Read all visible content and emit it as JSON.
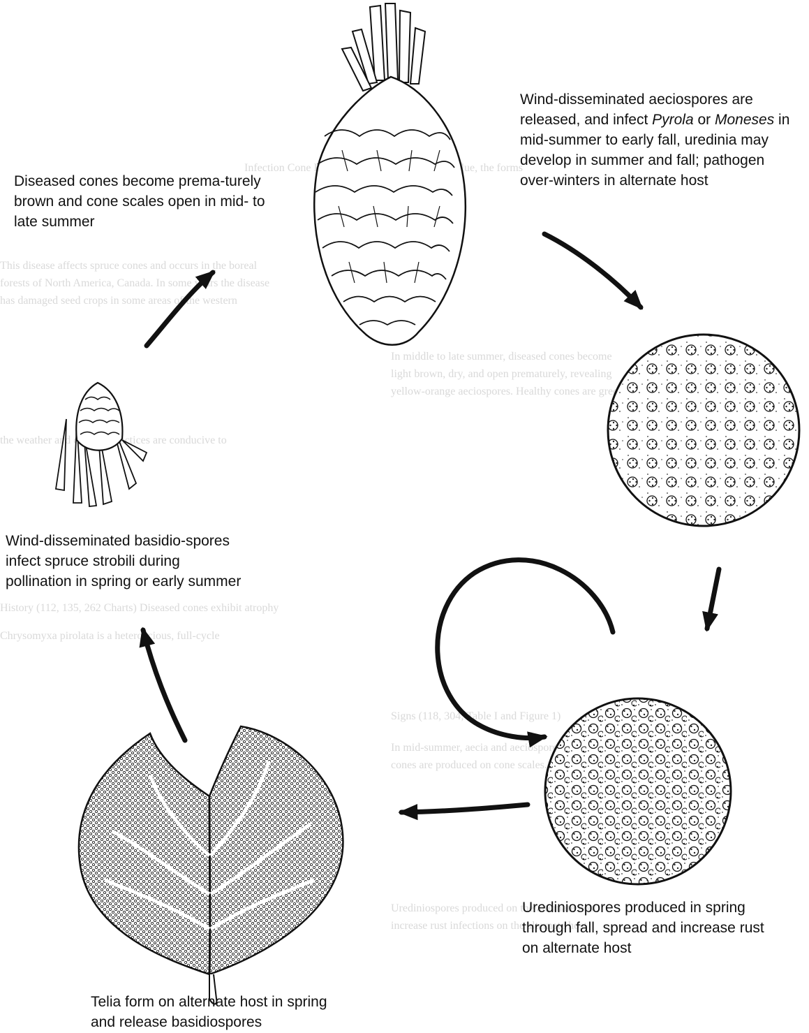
{
  "captions": {
    "aeciospores": {
      "part1": "Wind-disseminated aeciospores are released, and infect ",
      "pyrola": "Pyrola",
      "part2": " or ",
      "moneses": "Moneses",
      "part3": " in mid-summer to early fall, uredinia may develop in summer and fall; pathogen over-winters in alternate host"
    },
    "cones": "Diseased cones become prema-turely brown and cone scales open in mid- to late summer",
    "basidiospores": "Wind-disseminated basidio-spores infect spruce strobili during pollination in spring or early summer",
    "urediniospores": "Urediniospores produced in spring through fall, spread and increase rust on alternate host",
    "telia": "Telia form on alternate host in spring and release basidiospores"
  },
  "icons": [
    "mature-cone-icon",
    "young-strobilus-icon",
    "infected-leaf-icon",
    "aecia-circle-icon",
    "uredinia-circle-icon",
    "arrow-icon",
    "cycle-arrow-icon"
  ],
  "colors": {
    "ink": "#111111",
    "background": "#ffffff",
    "bleed_through": "#d9d9d9"
  }
}
